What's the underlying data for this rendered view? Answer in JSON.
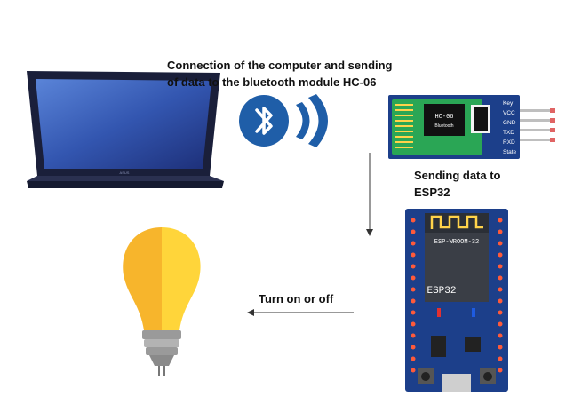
{
  "labels": {
    "connection_line1": "Connection of the computer and sending",
    "connection_line2": "of data to the bluetooth module HC-06",
    "sending_line1": "Sending data to",
    "sending_line2": "ESP32",
    "turn_on_off": "Turn on or off"
  },
  "hc06": {
    "chip_label_1": "HC-06",
    "chip_label_2": "Bluetooth",
    "pins": [
      "Key",
      "VCC",
      "GND",
      "TXD",
      "RXD",
      "State"
    ]
  },
  "esp32": {
    "module_label": "ESP-WROOM-32",
    "chip_label": "ESP32"
  },
  "laptop": {
    "brand": "ASUS"
  },
  "colors": {
    "bluetooth_blue": "#1f5ea8",
    "board_blue": "#1c3f8a",
    "bulb_yellow": "#ffd53a",
    "bulb_orange": "#f7b52c",
    "laptop_body": "#1a1f3a",
    "screen_blue": "#3b5fb7"
  }
}
